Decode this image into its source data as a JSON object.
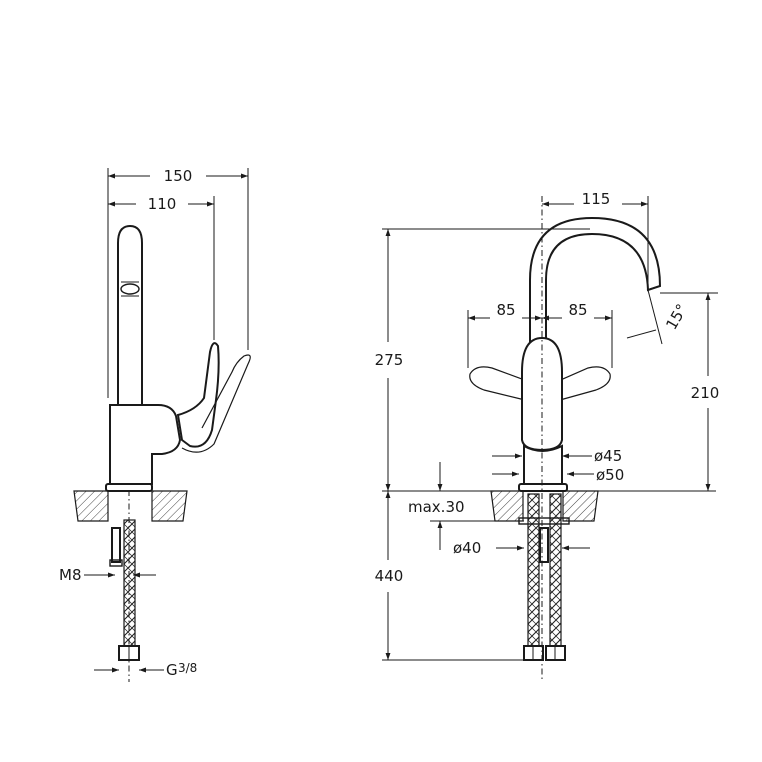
{
  "side_view": {
    "dim_overall_depth": "150",
    "dim_spout_reach": "110",
    "dim_thread": "M8",
    "dim_connection_base": "G",
    "dim_connection_frac": "3/8"
  },
  "front_view": {
    "dim_spout_reach": "115",
    "dim_lever_left": "85",
    "dim_lever_right": "85",
    "dim_swivel_angle": "15°",
    "dim_total_height": "275",
    "dim_spout_height": "210",
    "dim_base_small": "ø45",
    "dim_base_large": "ø50",
    "dim_counter_max": "max.30",
    "dim_hole": "ø40",
    "dim_hose_length": "440"
  }
}
